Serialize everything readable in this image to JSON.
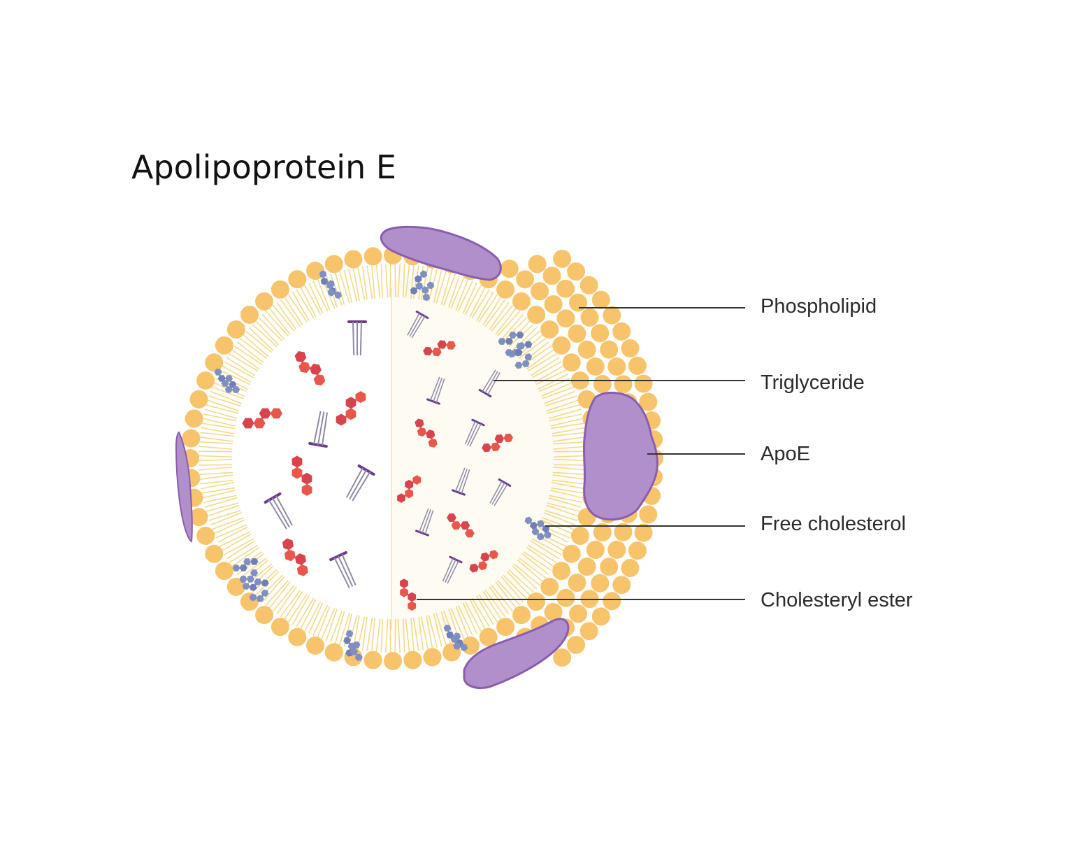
{
  "title": "Apolipoprotein E",
  "labels": {
    "phospholipid": "Phospholipid",
    "triglyceride": "Triglyceride",
    "apoe": "ApoE",
    "free_cholesterol": "Free cholesterol",
    "cholesteryl_ester": "Cholesteryl ester"
  },
  "colors": {
    "phospholipid_head": "#F7C46C",
    "phospholipid_tail": "#F3D98A",
    "core_fill": "#FEFBF3",
    "apoe": "#B18FCB",
    "apoe_outline": "#8A5DAE",
    "cholesteryl_ester": "#D8434E",
    "free_cholesterol": "#7F8FC2",
    "triglyceride_head": "#6A3A8E",
    "triglyceride_tail": "#8E8AA6",
    "leader_line": "#333333"
  }
}
